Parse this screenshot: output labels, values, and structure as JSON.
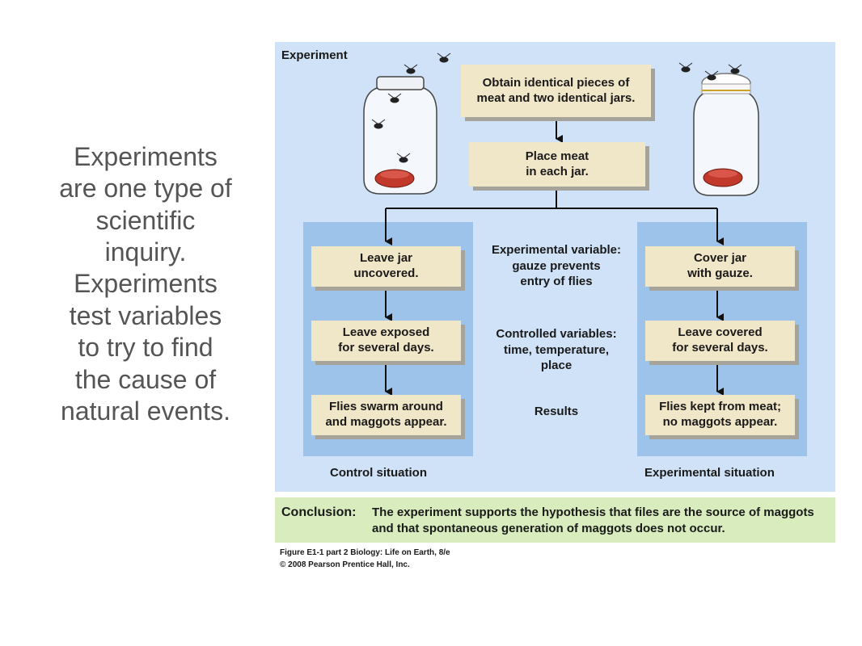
{
  "side_text": "Experiments\nare one type of\nscientific\ninquiry.\nExperiments\ntest variables\nto try to find\nthe cause of\nnatural events.",
  "figure": {
    "title": "Experiment",
    "box_obtain": "Obtain identical pieces of\nmeat and two identical jars.",
    "box_place": "Place meat\nin each jar.",
    "left": {
      "step1": "Leave jar\nuncovered.",
      "step2": "Leave exposed\nfor several days.",
      "step3": "Flies swarm around\nand maggots appear.",
      "caption": "Control situation"
    },
    "right": {
      "step1": "Cover jar\nwith gauze.",
      "step2": "Leave covered\nfor several days.",
      "step3": "Flies kept from meat;\nno maggots appear.",
      "caption": "Experimental situation"
    },
    "middle": {
      "experimental_variable": "Experimental variable:\ngauze prevents\nentry of flies",
      "controlled_variables": "Controlled variables:\ntime, temperature,\nplace",
      "results": "Results"
    },
    "conclusion_label": "Conclusion:",
    "conclusion_text": "The experiment supports the hypothesis that files are the source of maggots and that spontaneous generation of maggots does not occur.",
    "credit_line1": "Figure E1-1 part 2  Biology: Life on Earth, 8/e",
    "credit_line2": "© 2008 Pearson Prentice Hall, Inc."
  },
  "colors": {
    "figure_bg": "#cfe2f7",
    "panel_bg": "#9ec3ea",
    "box_bg": "#f0e6c8",
    "conclusion_bg": "#d8ecbd",
    "meat": "#c0392b"
  }
}
